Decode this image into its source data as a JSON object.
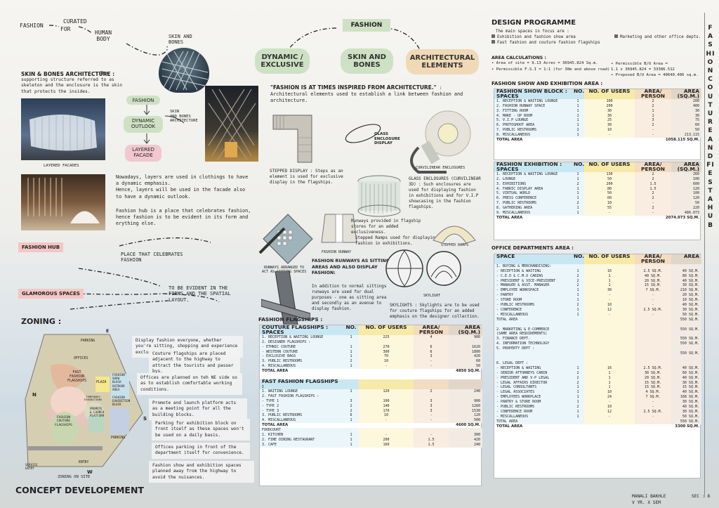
{
  "concept": {
    "title": "CONCEPT DEVELOPEMENT",
    "map": {
      "fashion": "FASHION",
      "curated": "CURATED",
      "for": "FOR",
      "human_body": "HUMAN\nBODY",
      "skin_bones": "SKIN AND\nBONES"
    },
    "skin_title": "SKIN & BONES ARCHITECTURE :",
    "skin_text": "The supporting structure referred to as skeleton and the enclosure is the skin that protects the insides.",
    "flow": [
      "FASHION",
      "DYNAMIC\nOUTLOOK",
      "LAYERED\nFACADE"
    ],
    "skin_caption": "SKIN\nAND BONES\nARCHITECTURE",
    "layered_caption": "LAYERED FACADES",
    "layers_text": "Nowadays, layers are used in clothings to have a dynamic emphasis.\nHence, layers will be used in the facade also to have a dynamic outlook.",
    "hub_text": "Fashion hub is a place that celebrates fashion, hence fashion is to be evident in its form and erything else.",
    "hub_label": "FASHION HUB",
    "glam_label": "GLAMOROUS SPACES",
    "celebrate": "PLACE THAT CELEBRATES\nFASHION",
    "evident": "TO BE EVIDENT IN THE\nFORMS AND THE SPATIAL\nLAYOUT.",
    "center_title": "FASHION",
    "pills": [
      "DYNAMIC /\nEXCLUSIVE",
      "SKIN AND\nBONES",
      "ARCHITECTURAL\nELEMENTS"
    ],
    "quote": "\"FASHION IS AT TIMES INSPIRED FROM ARCHITECTURE.\"",
    "quote_text": ": Architectural elements used to establish a link between fashion and architecture.",
    "stepped_display": "STEPPED DISPLAY : Steps as an element is used for exclusive display in the flagships.",
    "glass_label": "GLASS\nENCLOSURE\nDISPLAY",
    "curv_label": "CURVILINEAR ENCLOSURES",
    "glass_text": "GLASS ENCLOSURES (CURVILINEAR 3D) : Such enclosures are used for displaying fashion in exhibitions and for V.I.P showcasing in the fashion flagships.",
    "runway_excl": "Runways provided in flagship stores for an added exclusiveness.",
    "ramps_text": "Stepped Ramps used for displaying fashion in exhibitions.",
    "ramps_label": "STEPPED RAMPS",
    "runway_arranged": "RUNWAYS ARRANGED TO\nACT AS SITTING SPACES",
    "fashion_runway": "FASHION RUNWAY",
    "runway_title": "FASHION RUNWAYS AS SITTING AREAS AND ALSO DISPLAY FASHION:",
    "runway_text": "In addition to normal sittings runways are used for dual purposes - one as sitting area and secondly as an avenue to display fashion.",
    "skylight_label": "SKYLIGHT",
    "skylight_text": "SKYLIGHTS : Skylights are to be used for couture flagships for an added emphasis on the designer collection."
  },
  "zoning": {
    "title": "ZONING :",
    "notes": [
      "Display fashion everyone, whether you're sitting, shopping and experience exclusive fashion.",
      "Couture flagships are placed adjacent to the highway to attract the tourists and passer bys.",
      "Offices are planned on teh NE side so as to establish comfortable working conditions.",
      "Promote and launch platform acts as a meeting point for all the building blocks.",
      "Parking for exhibition block on front itself as these spaces won't be used on a daily basis.",
      "Offices parking in front of the department itself for convenience.",
      "Fashion show and exhibition spaces planned away from the highway to avoid the nuisances."
    ],
    "map_labels": {
      "parking_top": "PARKING",
      "offices": "OFFICES",
      "fast": "FAST\nFASHION\nFLAGSHIPS",
      "plaza": "PLAZA",
      "show": "FASHION\nSHOW\nBLOCK",
      "outdoor": "OUTDOOR\nAREA",
      "temp": "TEMPORARY\nEXHIBITIONS",
      "promote": "PROMOTE\n& LAUNCH\nPLATFORM",
      "exhib": "FASHION\nEXHIBITION\nBLOCK",
      "couture": "FASHION\nCOUTURE\nFLAGSHIPS",
      "parking_bottom": "PARKING",
      "entry": "ENTRY",
      "service": "SERVICE\nENTRY",
      "n": "N",
      "e": "E",
      "w": "W",
      "s": "S"
    },
    "caption": "ZONING ON SITE"
  },
  "flagships": {
    "title": "FASHION FLAGSHIPS :",
    "couture": {
      "head": [
        "COUTURE FLAGSHIPS :\nSPACES",
        "NO.",
        "NO. OF USERS",
        "AREA/\nPERSON",
        "AREA\n(SQ.M.)"
      ],
      "rows": [
        [
          "1.  RECEPTION & WAITING LOUNGE",
          "1",
          "225",
          "4",
          "900"
        ],
        [
          "2.  DESIGNER FLAGSHIPS :",
          "",
          "",
          "",
          ""
        ],
        [
          "   - ETHNIC COUTURE",
          "1",
          "270",
          "6",
          "1620"
        ],
        [
          "   - WESTERN COUTURE",
          "1",
          "300",
          "6",
          "1800"
        ],
        [
          "   - EXCLUSIVE BAGS",
          "1",
          "70",
          "3",
          "420"
        ],
        [
          "3.  PUBLIC RESTROOMS",
          "2",
          "10",
          "-",
          "60"
        ],
        [
          "4.  MISCALLANEOUS",
          "1",
          "-",
          "-",
          "50"
        ]
      ],
      "total": [
        "TOTAL AREA",
        "4850 SQ.M."
      ]
    },
    "fast": {
      "head": [
        "FAST FASHION FLAGSHIPS :",
        "",
        "",
        "",
        ""
      ],
      "rows": [
        [
          "1.  WAITING LOUNGE",
          "1",
          "120",
          "2",
          "240"
        ],
        [
          "2.  FAST FASHION FLAGSHIPS :",
          "",
          "",
          "",
          ""
        ],
        [
          "   - TYPE 1",
          "3",
          "100",
          "3",
          "900"
        ],
        [
          "   - TYPE 2",
          "2",
          "140",
          "3",
          "1260"
        ],
        [
          "   - TYPE 3",
          "2",
          "170",
          "3",
          "1530"
        ],
        [
          "3.  PUBLIC RESTROOMS",
          "6",
          "10",
          "-",
          "120"
        ],
        [
          "4.  MISCALLANEOUS",
          "1",
          "-",
          "-",
          "500"
        ]
      ],
      "total": [
        "TOTAL AREA",
        "4600 SQ.M."
      ],
      "food": [
        [
          "FOODCOURT",
          "",
          "",
          "",
          ""
        ],
        [
          "1.  KITCHEN",
          "1",
          "-",
          "-",
          "300"
        ],
        [
          "2.  FINE DINING RESTAURANT",
          "1",
          "200",
          "1.5",
          "420"
        ],
        [
          "3.  CAFE",
          "1",
          "160",
          "1.5",
          "240"
        ]
      ]
    }
  },
  "programme": {
    "title": "DESIGN PROGRAMME",
    "intro": "The main spaces in focus are :",
    "legend": [
      "Exhibition and fashion show area",
      "Fast fashion and couture fashion flagships",
      "Marketing and other office depts."
    ],
    "calc_title": "AREA CALCULATIONS :",
    "calc": [
      "Area of site = 9.13 Acres = 36945.824 Sq.m.",
      "Permissible F.S.I = 1:1 (for 30m and above road)",
      "Permissible B/U Area =\n1.1 x 36945.824 = 33386.512",
      "Proposed B/U Area = 40640.406 sq.m."
    ],
    "show_title": "FASHION SHOW AND EXHIBITION AREA :",
    "show": {
      "head": [
        "FASHION SHOW BLOCK :\nSPACES",
        "NO.",
        "NO. OF USERS",
        "AREA/\nPERSON",
        "AREA\n(SQ.M.)"
      ],
      "rows": [
        [
          "1.  RECEPTION & WAITING LOUNGE",
          "1",
          "100",
          "2",
          "200"
        ],
        [
          "2.  FASHION RUNWAY SPACE",
          "1",
          "200",
          "2",
          "400"
        ],
        [
          "3.  FITTING ROOM",
          "1",
          "30",
          "1",
          "30"
        ],
        [
          "4.  MAKE - UP ROOM",
          "1",
          "30",
          "1",
          "30"
        ],
        [
          "5.  V.I.P LOUNGE",
          "1",
          "25",
          "3",
          "75"
        ],
        [
          "6.  PHOTOSHOOT AREA",
          "1",
          "30",
          "2",
          "60"
        ],
        [
          "7.  PUBLIC RESTROOMS",
          "2",
          "10",
          "-",
          "50"
        ],
        [
          "8.  MISCALLANEOUS",
          "1",
          "-",
          "-",
          "213.115"
        ]
      ],
      "total": [
        "TOTAL AREA",
        "1058.115 SQ.M."
      ]
    },
    "exhib": {
      "head": [
        "FASHION EXHIBITION :\nSPACES",
        "NO.",
        "NO. OF USERS",
        "AREA/\nPERSON",
        "AREA\n(SQ.M.)"
      ],
      "rows": [
        [
          "1.  RECEPTION & WAITING LOUNGE",
          "1",
          "130",
          "2",
          "260"
        ],
        [
          "2.  LOUNGE",
          "1",
          "50",
          "2",
          "100"
        ],
        [
          "3.  EXHIBITIONS",
          "2",
          "200",
          "1.5",
          "600"
        ],
        [
          "4.  FABRIC DISPLAY AREA",
          "1",
          "80",
          "1.5",
          "120"
        ],
        [
          "5.  VIRTUAL WORLD",
          "1",
          "50",
          "2",
          "100"
        ],
        [
          "6.  PRESS CONFERENCE",
          "1",
          "60",
          "2",
          "120"
        ],
        [
          "7.  PUBLIC RESTROOMS",
          "2",
          "10",
          "-",
          "50"
        ],
        [
          "8.  GATHERING AREA",
          "1",
          "55",
          "2",
          "220"
        ],
        [
          "9.  MISCALLANEOUS",
          "1",
          "-",
          "-",
          "486.073"
        ]
      ],
      "total": [
        "TOTAL AREA",
        "2074.073 SQ.M."
      ]
    },
    "office_title": "OFFICE DEPARTMENTS AREA :",
    "office": {
      "head": [
        "SPACE",
        "NO.",
        "NO. OF USERS",
        "AREA/\nPERSON",
        "AREA"
      ],
      "rows": [
        [
          "1.  BUYING & MERCHANDISING:",
          "",
          "",
          "",
          ""
        ],
        [
          "   - RECEPTION & WAITING",
          "1",
          "16",
          "2.5  SQ.M.",
          "40 SQ.M."
        ],
        [
          "   - C.E.O & C.M.O CABINS",
          "2",
          "1",
          "40 SQ.M.",
          "80 SQ.M."
        ],
        [
          "   - PRESIDENT & VICE-PRESIDENT",
          "2",
          "1",
          "20 SQ.M.",
          "40 SQ.M."
        ],
        [
          "   - MANAGER & ASST. MANAGER",
          "2",
          "1",
          "15 SQ.M.",
          "30 SQ.M."
        ],
        [
          "   - EMPLOYEE WORKSPACE",
          "1",
          "30",
          "7  SQ.M.",
          "210 SQ.M."
        ],
        [
          "   - PANTRY",
          "1",
          "-",
          "-",
          "20 SQ.M."
        ],
        [
          "   - STORE ROOM",
          "1",
          "-",
          "-",
          "10 SQ.M."
        ],
        [
          "   - PUBLIC RESTROOMS",
          "2",
          "10",
          "-",
          "40 SQ.M."
        ],
        [
          "   - CONFERENCE",
          "1",
          "12",
          "2.5  SQ.M.",
          "30 SQ.M."
        ],
        [
          "   - MISCALLANEOUS",
          "1",
          "-",
          "-",
          "50 SQ.M."
        ],
        [
          "   TOTAL AREA",
          "",
          "",
          "",
          "550 SQ.M."
        ],
        [
          "",
          "",
          "",
          "",
          ""
        ],
        [
          "2.  MARKETING & E-COMMERCE",
          "",
          "",
          "",
          "550 SQ.M."
        ],
        [
          "    (SAME AREA REQUIREMENTS)",
          "",
          "",
          "",
          ""
        ],
        [
          "3.  FINANCE DEPT.",
          "",
          "",
          "",
          "550 SQ.M."
        ],
        [
          "4.  INFORMATION TECHNOLOGY",
          "",
          "",
          "",
          "550 SQ.M."
        ],
        [
          "5.  PROPERTY DEPT :",
          "",
          "",
          "",
          ""
        ],
        [
          "",
          "",
          "",
          "",
          "550 SQ.M."
        ],
        [
          "",
          "",
          "",
          "",
          ""
        ],
        [
          "6.  LEGAL DEPT :",
          "",
          "",
          "",
          ""
        ],
        [
          "   - RECEPTION & WAITING",
          "1",
          "16",
          "2.5  SQ.M.",
          "40 SQ.M."
        ],
        [
          "   - SENIOR ATTORNEYS CABIN",
          "2",
          "1",
          "30  SQ.M.",
          "60 SQ.M."
        ],
        [
          "   - PRESIDENT AND V-P LEGAL",
          "2",
          "1",
          "20  SQ.M.",
          "40 SQ.M."
        ],
        [
          "   - LEGAL AFFAIRS DIRECTOR",
          "2",
          "1",
          "15  SQ.M.",
          "30 SQ.M."
        ],
        [
          "   - LEGAL CONSULTANTS",
          "1",
          "1",
          "15  SQ.M.",
          "15 SQ.M."
        ],
        [
          "   - LEGAL ASSOCIATES",
          "1",
          "10",
          "4  SQ.M.",
          "40 SQ.M."
        ],
        [
          "   - EMPLOYEES WORKPLACE",
          "1",
          "24",
          "7  SQ.M.",
          "168 SQ.M."
        ],
        [
          "   - PANTRY & STORE ROOM",
          "1",
          "-",
          "-",
          "30 SQ.M."
        ],
        [
          "   - PUBLIC RESTROOMS",
          "2",
          "10",
          "-",
          "40 SQ.M."
        ],
        [
          "   - CONFERENCE ROOM",
          "1",
          "12",
          "2.5  SQ.M.",
          "30 SQ.M."
        ],
        [
          "   - MISCALLANEOUS",
          "1",
          "-",
          "-",
          "50 SQ.M."
        ],
        [
          "   TOTAL AREA",
          "",
          "",
          "",
          "550 SQ.M."
        ]
      ],
      "total": [
        "TOTAL AREA",
        "3300 SQ.M."
      ]
    }
  },
  "sidebar": {
    "title": "FASHION COUTURE AND FIESTA HUB",
    "name": "MANALI BAKHLE",
    "year": "V YR.   X SEM",
    "sec": "SEC : 8"
  },
  "colors": {
    "blue": "#c9e7f2",
    "yellow": "#f7eaa9",
    "peach": "#f3dcc1",
    "tan": "#e2d6c8",
    "hub_pink": "#f4c6c3",
    "green_pill": "#cfe1c4"
  }
}
